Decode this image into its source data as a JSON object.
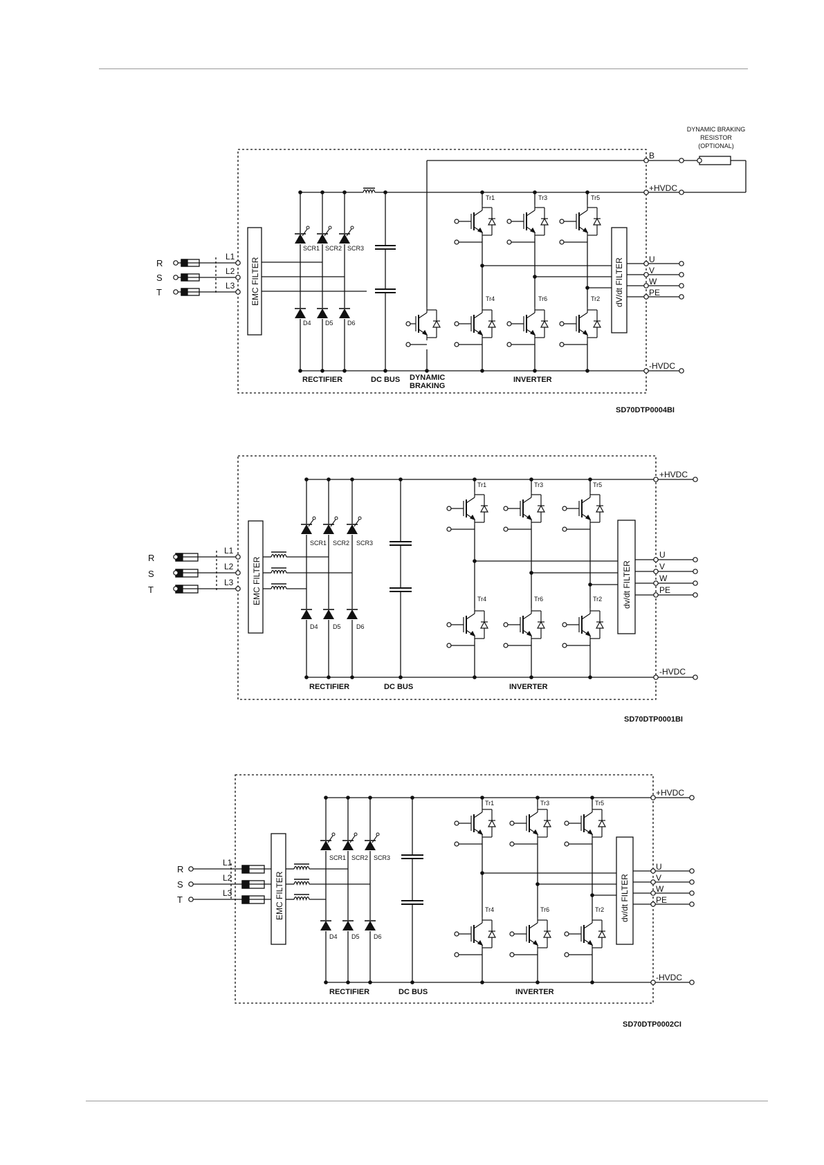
{
  "diagrams": [
    {
      "code": "SD70DTP0004BI",
      "phases": [
        "R",
        "S",
        "T"
      ],
      "lines": [
        "L1",
        "L2",
        "L3"
      ],
      "emc": "EMC FILTER",
      "dvdt": "dV/dt FILTER",
      "scr": [
        "SCR1",
        "SCR2",
        "SCR3"
      ],
      "diodes": [
        "D4",
        "D5",
        "D6"
      ],
      "tr_top": [
        "Tr1",
        "Tr3",
        "Tr5"
      ],
      "tr_bottom": [
        "Tr4",
        "Tr6",
        "Tr2"
      ],
      "outputs": [
        "U",
        "V",
        "W",
        "PE"
      ],
      "hvdc_pos": "+HVDC",
      "hvdc_neg": "-HVDC",
      "brake_terminal": "B",
      "brake_resistor": [
        "DYNAMIC BRAKING",
        "RESISTOR",
        "(OPTIONAL)"
      ],
      "sections": {
        "rectifier": "RECTIFIER",
        "dcbus": "DC BUS",
        "braking": [
          "DYNAMIC",
          "BRAKING"
        ],
        "inverter": "INVERTER"
      }
    },
    {
      "code": "SD70DTP0001BI",
      "phases": [
        "R",
        "S",
        "T"
      ],
      "lines": [
        "L1",
        "L2",
        "L3"
      ],
      "emc": "EMC FILTER",
      "dvdt": "dv/dt FILTER",
      "scr": [
        "SCR1",
        "SCR2",
        "SCR3"
      ],
      "diodes": [
        "D4",
        "D5",
        "D6"
      ],
      "tr_top": [
        "Tr1",
        "Tr3",
        "Tr5"
      ],
      "tr_bottom": [
        "Tr4",
        "Tr6",
        "Tr2"
      ],
      "outputs": [
        "U",
        "V",
        "W",
        "PE"
      ],
      "hvdc_pos": "+HVDC",
      "hvdc_neg": "-HVDC",
      "sections": {
        "rectifier": "RECTIFIER",
        "dcbus": "DC BUS",
        "inverter": "INVERTER"
      }
    },
    {
      "code": "SD70DTP0002CI",
      "phases": [
        "R",
        "S",
        "T"
      ],
      "lines": [
        "L1",
        "L2",
        "L3"
      ],
      "emc": "EMC FILTER",
      "dvdt": "dv/dt FILTER",
      "scr": [
        "SCR1",
        "SCR2",
        "SCR3"
      ],
      "diodes": [
        "D4",
        "D5",
        "D6"
      ],
      "tr_top": [
        "Tr1",
        "Tr3",
        "Tr5"
      ],
      "tr_bottom": [
        "Tr4",
        "Tr6",
        "Tr2"
      ],
      "outputs": [
        "U",
        "V",
        "W",
        "PE"
      ],
      "hvdc_pos": "+HVDC",
      "hvdc_neg": "-HVDC",
      "sections": {
        "rectifier": "RECTIFIER",
        "dcbus": "DC BUS",
        "inverter": "INVERTER"
      }
    }
  ]
}
